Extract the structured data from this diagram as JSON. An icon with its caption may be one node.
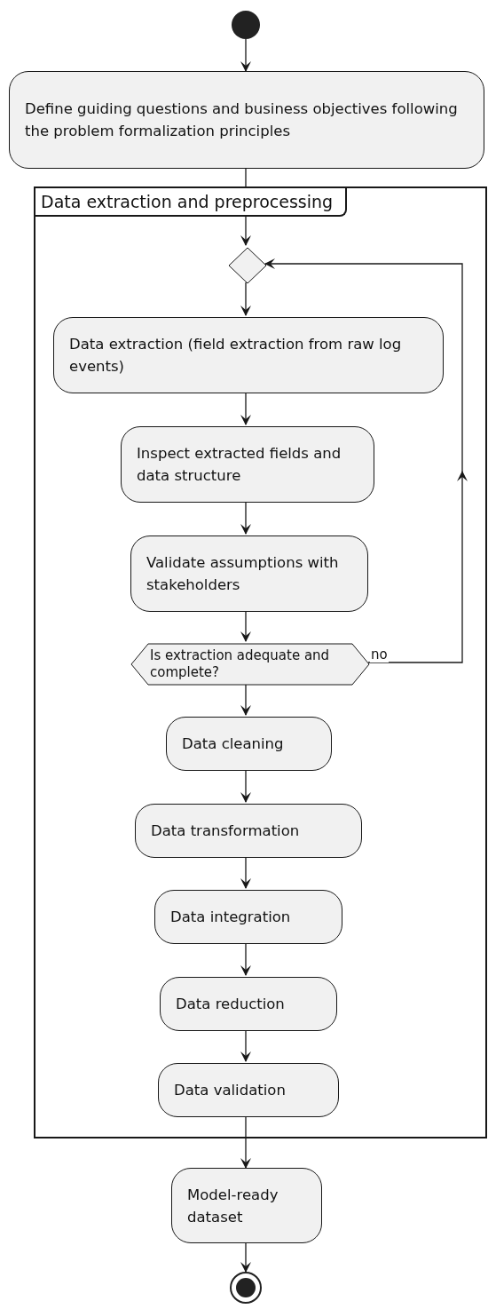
{
  "diagram": {
    "nodes": [
      {
        "text": [],
        "shape": "circle"
      },
      {
        "text": [
          "Define guiding questions and business objectives following the problem formalization principles"
        ]
      },
      {
        "text": [
          "Data extraction and preprocessing"
        ]
      },
      {
        "text": [],
        "shape": "diamond",
        "in": 2
      },
      {
        "text": [
          "Data extraction (field extraction from raw log events)"
        ],
        "in": 2
      },
      {
        "text": [
          "Inspect extracted fields and data structure"
        ],
        "in": 2
      },
      {
        "text": [
          "Validate assumptions with stakeholders"
        ],
        "in": 2
      },
      {
        "text": [
          "Is extraction adequate and complete?"
        ],
        "in": 2
      },
      {
        "text": [
          "Data cleaning"
        ],
        "in": 2
      },
      {
        "text": [
          "Data transformation"
        ],
        "in": 2
      },
      {
        "text": [
          "Data integration"
        ],
        "in": 2
      },
      {
        "text": [
          "Data reduction"
        ],
        "in": 2
      },
      {
        "text": [
          "Data validation"
        ],
        "in": 2
      },
      {
        "text": [
          "Model-ready dataset"
        ]
      },
      {
        "text": [],
        "shape": "bullseye"
      }
    ],
    "edges": [
      {
        "from": 0,
        "to": 1,
        "arrow": "to"
      },
      {
        "from": 1,
        "to": 3,
        "arrow": "to"
      },
      {
        "from": 3,
        "to": 4,
        "arrow": "to"
      },
      {
        "from": 4,
        "to": 5,
        "arrow": "to"
      },
      {
        "from": 5,
        "to": 6,
        "arrow": "to"
      },
      {
        "from": 6,
        "to": 7,
        "arrow": "to"
      },
      {
        "from": 7,
        "to": 3,
        "arrow": "to",
        "label": "no"
      },
      {
        "from": 7,
        "to": 8,
        "arrow": "to"
      },
      {
        "from": 8,
        "to": 9,
        "arrow": "to"
      },
      {
        "from": 9,
        "to": 10,
        "arrow": "to"
      },
      {
        "from": 10,
        "to": 11,
        "arrow": "to"
      },
      {
        "from": 11,
        "to": 12,
        "arrow": "to"
      },
      {
        "from": 12,
        "to": 13,
        "arrow": "to"
      },
      {
        "from": 13,
        "to": 14,
        "arrow": "to"
      }
    ]
  }
}
